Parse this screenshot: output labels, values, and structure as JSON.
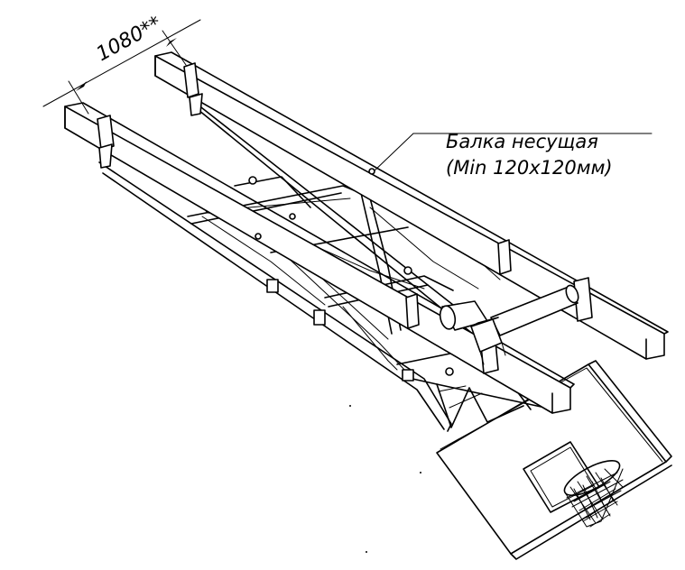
{
  "dimension": {
    "value": "1080**"
  },
  "callout": {
    "line1": "Балка несущая",
    "line2": "(Min 120x120мм)"
  }
}
